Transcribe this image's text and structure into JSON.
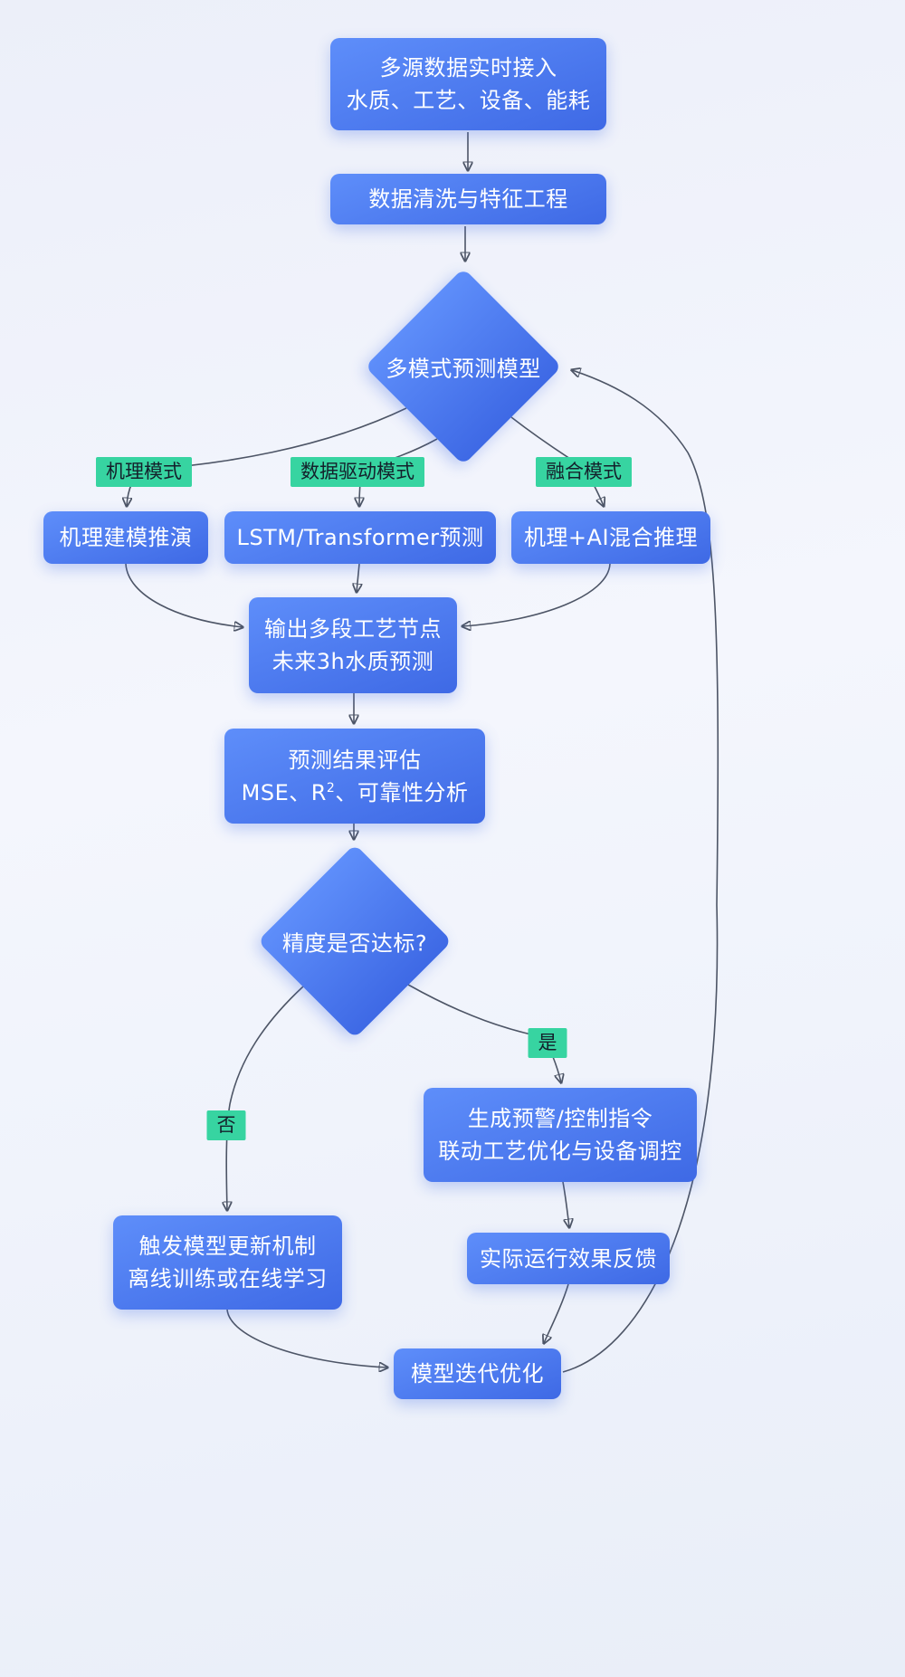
{
  "nodes": {
    "ingest": {
      "line1": "多源数据实时接入",
      "line2": "水质、工艺、设备、能耗"
    },
    "cleaning": {
      "label": "数据清洗与特征工程"
    },
    "multi_mode_model": {
      "label": "多模式预测模型"
    },
    "mechanism_model": {
      "label": "机理建模推演"
    },
    "lstm_model": {
      "label": "LSTM/Transformer预测"
    },
    "hybrid_model": {
      "label": "机理+AI混合推理"
    },
    "output": {
      "line1": "输出多段工艺节点",
      "line2": "未来3h水质预测"
    },
    "evaluation": {
      "line1": "预测结果评估",
      "line2_prefix": "MSE、R",
      "line2_sup": "2",
      "line2_suffix": "、可靠性分析"
    },
    "accuracy_check": {
      "label": "精度是否达标?"
    },
    "control": {
      "line1": "生成预警/控制指令",
      "line2": "联动工艺优化与设备调控"
    },
    "model_update": {
      "line1": "触发模型更新机制",
      "line2": "离线训练或在线学习"
    },
    "feedback": {
      "label": "实际运行效果反馈"
    },
    "iteration": {
      "label": "模型迭代优化"
    }
  },
  "edge_labels": {
    "mechanism": "机理模式",
    "data_driven": "数据驱动模式",
    "fusion": "融合模式",
    "yes": "是",
    "no": "否"
  },
  "colors": {
    "node_fill_top": "#5e8efa",
    "node_fill_bottom": "#3e69e5",
    "node_text": "#ffffff",
    "edge_label_bg": "#37d4a1",
    "edge_label_text": "#14202b",
    "connector": "#4d5566",
    "background": "#eef1fa"
  }
}
